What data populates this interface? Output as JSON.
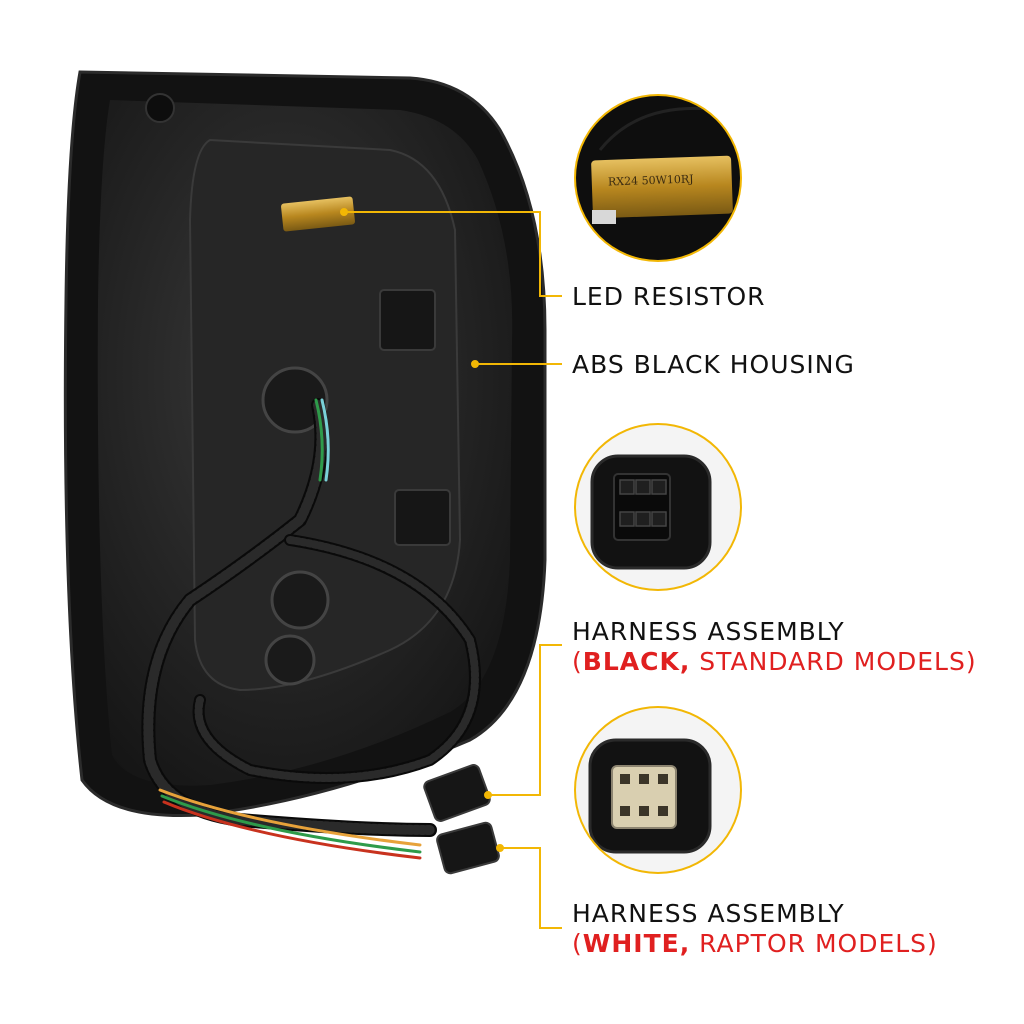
{
  "callouts": {
    "led_resistor": "LED RESISTOR",
    "abs_housing": "ABS BLACK HOUSING",
    "harness_black": {
      "title": "HARNESS ASSEMBLY",
      "open": "(",
      "emph": "BLACK,",
      "rest": " STANDARD MODELS)"
    },
    "harness_white": {
      "title": "HARNESS ASSEMBLY",
      "open": "(",
      "emph": "WHITE,",
      "rest": " RAPTOR MODELS)"
    }
  },
  "resistor_marking": "RX24 50W10RJ",
  "colors": {
    "accent_line": "#f2b705",
    "emphasis_red": "#e02020",
    "housing": "#1c1c1c",
    "resistor_gold": "#c79a2c"
  },
  "icons": [
    "resistor-detail-icon",
    "black-connector-detail-icon",
    "white-connector-detail-icon"
  ]
}
